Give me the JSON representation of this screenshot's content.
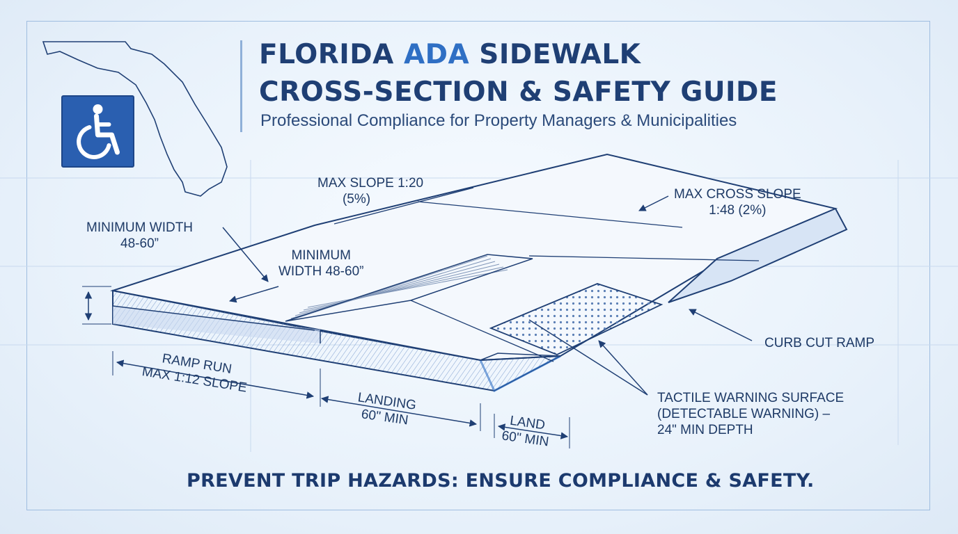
{
  "header": {
    "title_line1_pre": "FLORIDA ",
    "title_line1_hl": "ADA",
    "title_line1_post": " SIDEWALK",
    "title_line2": "CROSS-SECTION & SAFETY GUIDE",
    "subtitle": "Professional Compliance for Property Managers & Municipalities"
  },
  "labels": {
    "max_slope": [
      "MAX SLOPE  1:20",
      "(5%)"
    ],
    "max_cross_slope": [
      "MAX CROSS SLOPE",
      "1:48 (2%)"
    ],
    "min_width_left": [
      "MINIMUM WIDTH",
      "48-60”"
    ],
    "min_width_center": [
      "MINIMUM",
      "WIDTH 48-60”"
    ],
    "ramp_run": [
      "RAMP RUN",
      "MAX 1:12 SLOPE"
    ],
    "landing": [
      "LANDING",
      "60\" MIN"
    ],
    "land": [
      "LAND",
      "60\" MIN"
    ],
    "curb_cut": "CURB CUT RAMP",
    "tactile": [
      "TACTILE WARNING SURFACE",
      "(DETECTABLE WARNING) –",
      "24\" MIN DEPTH"
    ]
  },
  "footer": "PREVENT TRIP HAZARDS: ENSURE COMPLIANCE & SAFETY.",
  "icons": [
    "florida-map-icon",
    "wheelchair-accessibility-icon"
  ],
  "colors": {
    "title": "#1f3f74",
    "accent": "#2f6fc4",
    "line": "#1f3f74",
    "badge": "#2a5fb0"
  }
}
